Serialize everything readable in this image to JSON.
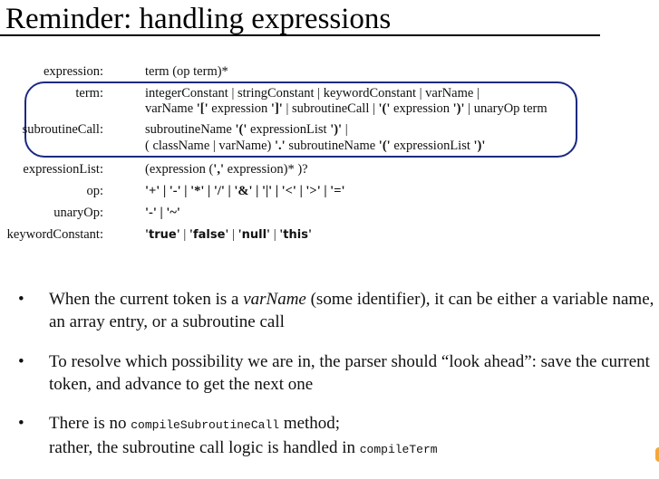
{
  "title": "Reminder: handling expressions",
  "grammar": {
    "expression": {
      "label": "expression:",
      "def": "term (op term)*"
    },
    "term": {
      "label": "term:",
      "line1": "integerConstant | stringConstant | keywordConstant | varName |",
      "line2_a": "varName ",
      "line2_b": "'['",
      "line2_c": " expression ",
      "line2_d": "']'",
      "line2_e": " | subroutineCall  | ",
      "line2_f": "'('",
      "line2_g": " expression ",
      "line2_h": "')'",
      "line2_i": " | unaryOp term"
    },
    "subroutineCall": {
      "label": "subroutineCall:",
      "line1_a": "subroutineName ",
      "line1_b": "'('",
      "line1_c": " expressionList ",
      "line1_d": "')'",
      "line1_e": " |",
      "line2_a": "( className | varName) ",
      "line2_b": "'.'",
      "line2_c": " subroutineName  ",
      "line2_d": "'('",
      "line2_e": " expressionList ",
      "line2_f": "')'"
    },
    "expressionList": {
      "label": "expressionList:",
      "def_a": "(expression (",
      "def_b": "','",
      "def_c": " expression)* )?"
    },
    "op": {
      "label": "op:",
      "def": "'+' | '-' | '*' | '/' | '&' | '|' | '<' | '>' | '='"
    },
    "unaryOp": {
      "label": "unaryOp:",
      "def": "'-' | '~'"
    },
    "keywordConstant": {
      "label": "keywordConstant:",
      "q": "'",
      "sep": " | ",
      "k1": "true",
      "k2": "false",
      "k3": "null",
      "k4": "this"
    }
  },
  "bullets": {
    "b1": {
      "dot": "•",
      "a": "When the current token is a ",
      "b": "varName",
      "c": " (some identifier), it can be either a variable name, an array entry, or a subroutine call"
    },
    "b2": {
      "dot": "•",
      "text": "To resolve which possibility we are in, the parser should “look ahead”: save the current token, and advance to get the next one"
    },
    "b3": {
      "dot": "•",
      "a": "There is no ",
      "b": "compileSubroutineCall",
      "c": " method;",
      "d": "rather, the subroutine call logic is handled in ",
      "e": "compileTerm"
    }
  },
  "colors": {
    "highlight_border": "#1b2a80",
    "corner_accent": "#f2a93b"
  }
}
